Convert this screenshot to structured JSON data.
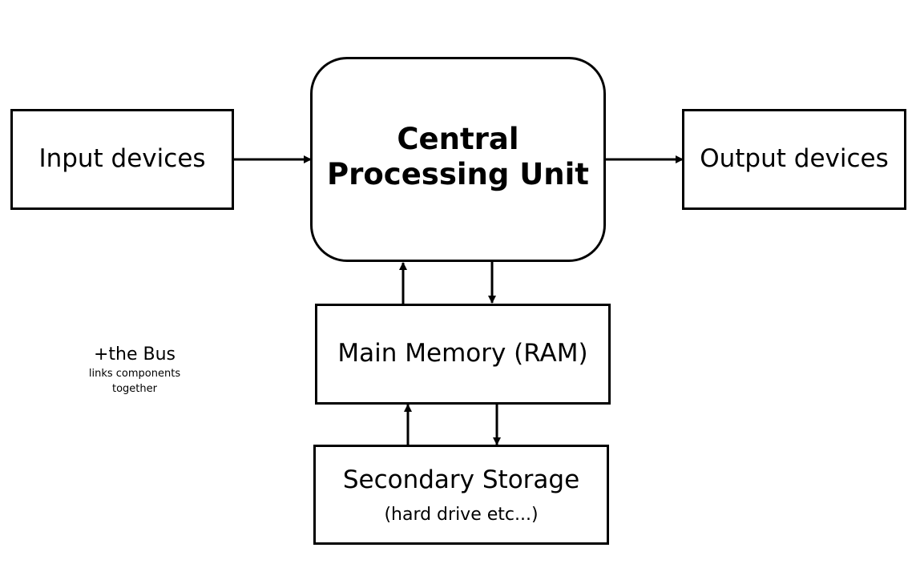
{
  "nodes": {
    "input": {
      "label": "Input devices"
    },
    "cpu": {
      "line1": "Central",
      "line2": "Processing Unit"
    },
    "output": {
      "label": "Output devices"
    },
    "ram": {
      "label": "Main Memory (RAM)"
    },
    "storage": {
      "label": "Secondary Storage",
      "sublabel": "(hard drive etc...)"
    }
  },
  "bus_note": {
    "title": "+the Bus",
    "description": "links components together"
  },
  "edges": [
    {
      "from": "input",
      "to": "cpu"
    },
    {
      "from": "cpu",
      "to": "output"
    },
    {
      "from": "ram",
      "to": "cpu"
    },
    {
      "from": "cpu",
      "to": "ram"
    },
    {
      "from": "storage",
      "to": "ram"
    },
    {
      "from": "ram",
      "to": "storage"
    }
  ],
  "colors": {
    "stroke": "#000000",
    "background": "#ffffff"
  }
}
